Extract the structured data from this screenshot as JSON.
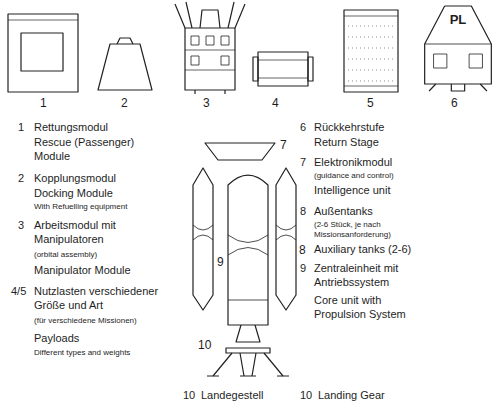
{
  "diagram": {
    "nodes": [
      {
        "text": [
          "PL"
        ]
      }
    ],
    "labels": [
      "1",
      "2",
      "3",
      "4",
      "5",
      "6",
      "1",
      "Rettungsmodul",
      "Rescue (Passenger) Module",
      "2",
      "Kopplungsmodul",
      "Docking Module",
      "With Refuelling equipment",
      "3",
      "Arbeitsmodul mit Manipulatoren",
      "(orbital assembly)",
      "Manipulator Module",
      "4/5",
      "Nutzlasten verschiedener Größe und Art",
      "(für verschiedene Missionen)",
      "Payloads",
      "Different types and weights",
      "6",
      "Rückkehrstufe",
      "Return Stage",
      "7",
      "Elektronikmodul",
      "(guidance and control)",
      "Intelligence unit",
      "8",
      "Außentanks",
      "(2-6 Stück, je nach Missionsanforderung)",
      "Auxiliary tanks (2-6)",
      "9",
      "Zentraleinheit mit Antriebssystem",
      "Core unit with Propulsion System",
      "7",
      "8",
      "9",
      "10",
      "10",
      "Landegestell",
      "10",
      "Landing Gear"
    ]
  }
}
